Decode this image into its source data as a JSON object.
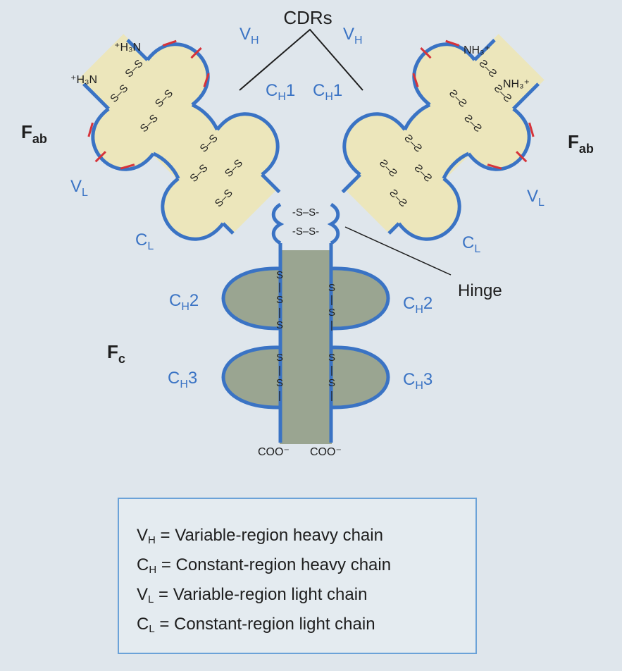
{
  "labels": {
    "cdrs": "CDRs",
    "fab_main": "F",
    "fab_sub": "ab",
    "fc_main": "F",
    "fc_sub": "c",
    "hinge": "Hinge",
    "h3n_outer": "⁺H₃N",
    "h3n_inner": "⁺H₃N",
    "nh3_outer": "NH₃⁺",
    "nh3_inner": "NH₃⁺",
    "coo": "COO⁻",
    "disulfide": "S–S",
    "v": "V",
    "c": "C",
    "sub_h": "H",
    "sub_l": "L",
    "n1": "1",
    "n2": "2",
    "n3": "3"
  },
  "legend": [
    {
      "symbol": "V",
      "sub": "H",
      "text": "= Variable-region heavy chain"
    },
    {
      "symbol": "C",
      "sub": "H",
      "text": "= Constant-region heavy chain"
    },
    {
      "symbol": "V",
      "sub": "L",
      "text": "= Variable-region light chain"
    },
    {
      "symbol": "C",
      "sub": "L",
      "text": "= Constant-region light chain"
    }
  ],
  "colors": {
    "background": "#dfe6ec",
    "chain_line": "#3a73c4",
    "fab_fill": "#ece6bb",
    "fc_fill": "#9aa591",
    "cdr_mark": "#d6333a",
    "text_dark": "#1e1e1e",
    "legend_border": "#6ba2d8"
  }
}
